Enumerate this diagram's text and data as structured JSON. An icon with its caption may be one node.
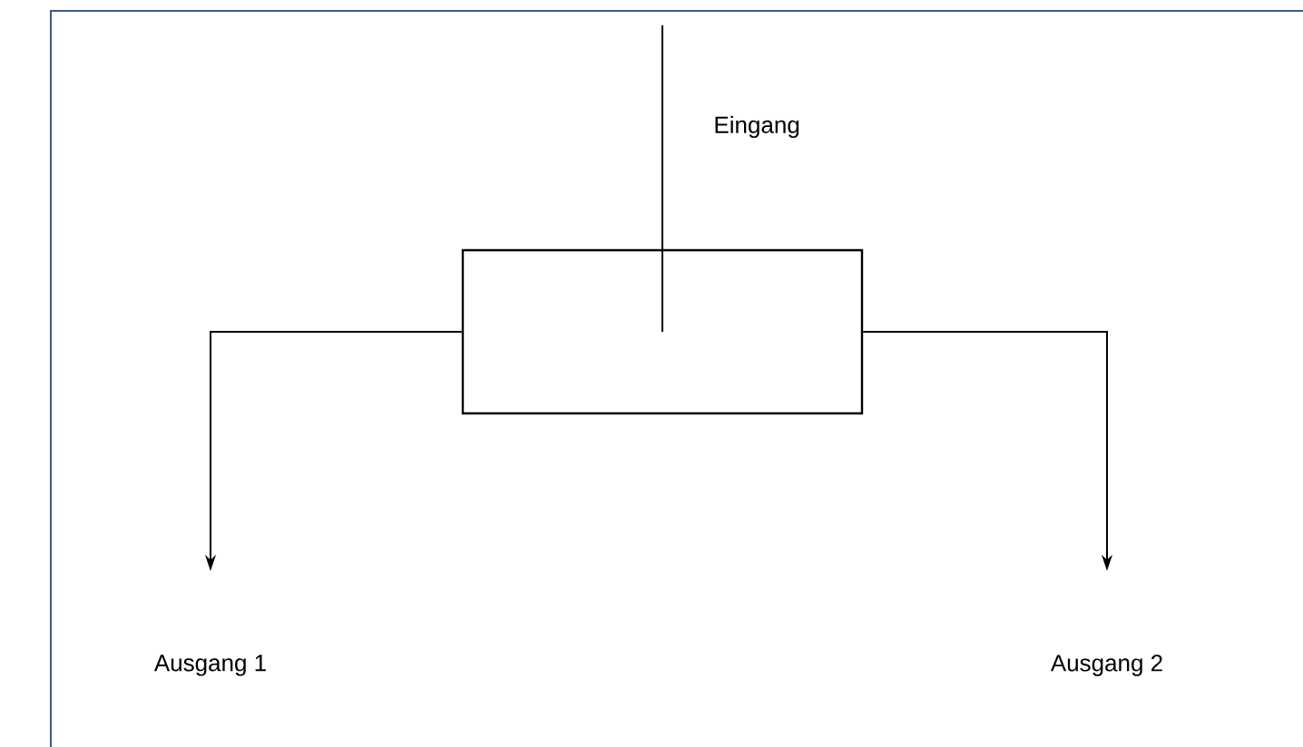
{
  "diagram": {
    "nodes": [
      {
        "text": [],
        "shape": "box"
      },
      {
        "text": [
          "Ausgang 1"
        ]
      },
      {
        "text": [
          "Ausgang 2"
        ]
      }
    ],
    "edges": [
      {
        "from": null,
        "to": 0,
        "arrow": "none",
        "label": "Eingang"
      },
      {
        "from": 0,
        "to": 1,
        "arrow": "to"
      },
      {
        "from": 0,
        "to": 2,
        "arrow": "to"
      }
    ]
  }
}
